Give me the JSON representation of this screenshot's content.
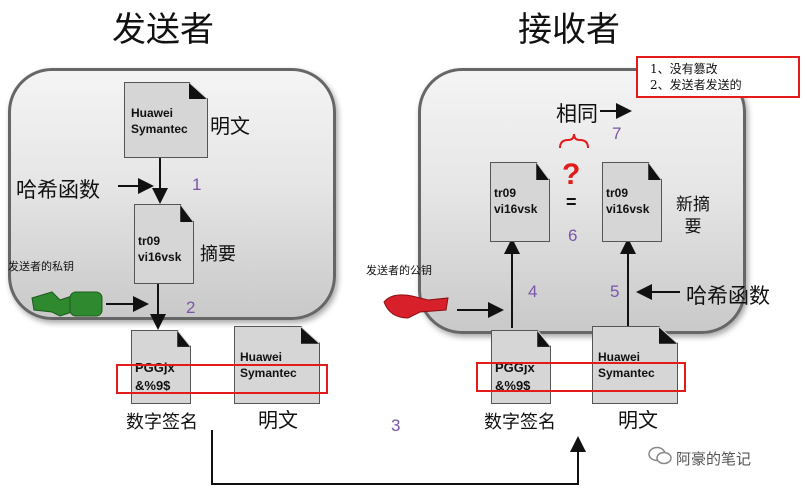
{
  "titles": {
    "sender": "发送者",
    "receiver": "接收者"
  },
  "sender": {
    "plaintext_doc": "Huawei\nSymantec",
    "plaintext_label": "明文",
    "hash_label": "哈希函数",
    "step1": "1",
    "digest_doc": "tr09\nvi16vsk",
    "digest_label": "摘要",
    "private_key_label": "发送者的私钥",
    "step2": "2",
    "signature_doc": "PGGjx\n&%9$",
    "signature_label": "数字签名",
    "out_plaintext_doc": "Huawei\nSymantec",
    "out_plaintext_label": "明文"
  },
  "transfer_step": "3",
  "receiver": {
    "public_key_label": "发送者的公钥",
    "signature_doc": "PGGjx\n&%9$",
    "signature_label": "数字签名",
    "plaintext_doc": "Huawei\nSymantec",
    "plaintext_label": "明文",
    "step4": "4",
    "step5": "5",
    "hash_label": "哈希函数",
    "digest_left_doc": "tr09\nvi16vsk",
    "digest_right_doc": "tr09\nvi16vsk",
    "new_digest_label": "新摘\n要",
    "equals": "=",
    "question": "?",
    "step6": "6",
    "same_label": "相同",
    "step7": "7",
    "callout_lines": [
      "1、没有篡改",
      "2、发送者发送的"
    ]
  },
  "watermark": "阿豪的笔记",
  "colors": {
    "accent_red": "#e21b1b",
    "step_purple": "#7a55a8",
    "key_green": "#2f8a2f",
    "key_red": "#d8202a"
  }
}
